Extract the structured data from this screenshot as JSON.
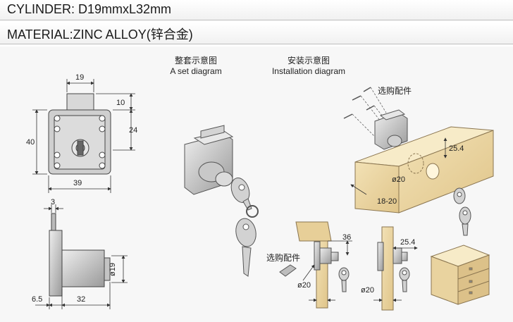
{
  "header": {
    "cylinder": "CYLINDER: D19mmxL32mm",
    "material": "MATERIAL:ZINC ALLOY(锌合金)"
  },
  "set_diagram": {
    "title_cn": "整套示意图",
    "title_en": "A set diagram"
  },
  "install_diagram": {
    "title_cn": "安装示意图",
    "title_en": "Installation diagram"
  },
  "front_view": {
    "dim_top": "19",
    "dim_tab": "10",
    "dim_left": "40",
    "dim_right": "24",
    "dim_bottom": "39"
  },
  "side_view": {
    "dim_pin": "3",
    "dim_cyl": "ø19",
    "dim_base": "6.5",
    "dim_body": "32"
  },
  "install": {
    "screws_label": "选购配件",
    "dim_depth": "25.4",
    "dim_hole": "ø20",
    "dim_board": "18-20",
    "parts_label": "选购配件",
    "dim_36": "36",
    "dim_25_4b": "25.4",
    "dim_hole_b": "ø20",
    "dim_hole_c": "ø20"
  }
}
